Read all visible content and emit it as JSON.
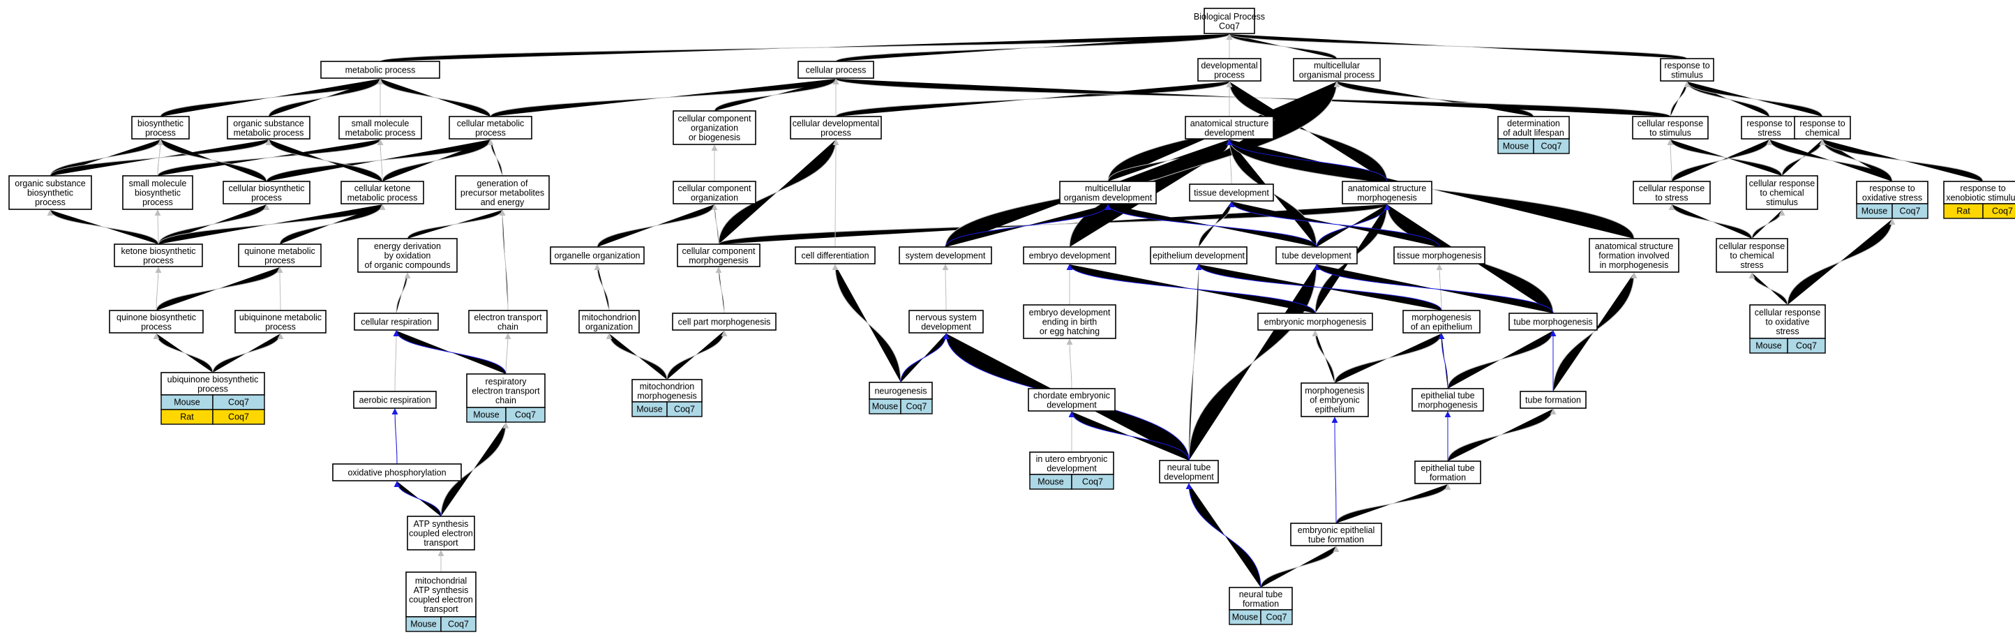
{
  "colors": {
    "edge_is_a": "#bdbdbd",
    "edge_part_of": "#1a1ae6",
    "mouse_fill": "#add8e6",
    "rat_fill": "#ffd700"
  },
  "nodes": {
    "bp": [
      "Biological Process",
      "Coq7"
    ],
    "metab": [
      "metabolic process"
    ],
    "cellproc": [
      "cellular process"
    ],
    "devproc": [
      "developmental",
      "process"
    ],
    "multiorg": [
      "multicellular",
      "organismal process"
    ],
    "resp_stim": [
      "response to",
      "stimulus"
    ],
    "biosyn": [
      "biosynthetic",
      "process"
    ],
    "orgsubmet": [
      "organic substance",
      "metabolic process"
    ],
    "smallmolmet": [
      "small molecule",
      "metabolic process"
    ],
    "cellmet": [
      "cellular metabolic",
      "process"
    ],
    "ccob": [
      "cellular component",
      "organization",
      "or biogenesis"
    ],
    "celldevproc": [
      "cellular developmental",
      "process"
    ],
    "asd": [
      "anatomical structure",
      "development"
    ],
    "adultlife": [
      "determination",
      "of adult lifespan"
    ],
    "cellresp_stim": [
      "cellular response",
      "to stimulus"
    ],
    "resp_stress": [
      "response to",
      "stress"
    ],
    "resp_chem": [
      "response to",
      "chemical"
    ],
    "orgsubbiosyn": [
      "organic substance",
      "biosynthetic",
      "process"
    ],
    "smallmolbiosyn": [
      "small molecule",
      "biosynthetic",
      "process"
    ],
    "cellbiosyn": [
      "cellular biosynthetic",
      "process"
    ],
    "cellketmet": [
      "cellular ketone",
      "metabolic process"
    ],
    "genprecursor": [
      "generation of",
      "precursor metabolites",
      "and energy"
    ],
    "cco": [
      "cellular component",
      "organization"
    ],
    "mcod": [
      "multicellular",
      "organism development"
    ],
    "tissuedev": [
      "tissue development"
    ],
    "asm": [
      "anatomical structure",
      "morphogenesis"
    ],
    "cellresp_stress": [
      "cellular response",
      "to stress"
    ],
    "cellresp_chem": [
      "cellular response",
      "to chemical",
      "stimulus"
    ],
    "resp_oxstress": [
      "response to",
      "oxidative stress"
    ],
    "resp_xeno": [
      "response to",
      "xenobiotic stimulus"
    ],
    "ketbiosyn": [
      "ketone biosynthetic",
      "process"
    ],
    "quinmet": [
      "quinone metabolic",
      "process"
    ],
    "energyderiv": [
      "energy derivation",
      "by oxidation",
      "of organic compounds"
    ],
    "organelleorg": [
      "organelle organization"
    ],
    "ccmorph": [
      "cellular component",
      "morphogenesis"
    ],
    "celldiff": [
      "cell differentiation"
    ],
    "sysdev": [
      "system development"
    ],
    "embryodev": [
      "embryo development"
    ],
    "epidev": [
      "epithelium development"
    ],
    "tubedev": [
      "tube development"
    ],
    "tissuemorph": [
      "tissue morphogenesis"
    ],
    "asfimorph": [
      "anatomical structure",
      "formation involved",
      "in morphogenesis"
    ],
    "cellresp_chemstress": [
      "cellular response",
      "to chemical",
      "stress"
    ],
    "quinbiosyn": [
      "quinone biosynthetic",
      "process"
    ],
    "ubiqmet": [
      "ubiquinone metabolic",
      "process"
    ],
    "cellrespiration": [
      "cellular respiration"
    ],
    "etc": [
      "electron transport",
      "chain"
    ],
    "mitoorg": [
      "mitochondrion",
      "organization"
    ],
    "cellpartmorph": [
      "cell part morphogenesis"
    ],
    "nsdev": [
      "nervous system",
      "development"
    ],
    "embryodevbirth": [
      "embryo development",
      "ending in birth",
      "or egg hatching"
    ],
    "embryomorph": [
      "embryonic morphogenesis"
    ],
    "morphepi": [
      "morphogenesis",
      "of an epithelium"
    ],
    "tubemorph": [
      "tube morphogenesis"
    ],
    "cellresp_oxstress": [
      "cellular response",
      "to oxidative",
      "stress"
    ],
    "ubiqbiosyn": [
      "ubiquinone biosynthetic",
      "process"
    ],
    "respetc": [
      "respiratory",
      "electron transport",
      "chain"
    ],
    "aerobicresp": [
      "aerobic respiration"
    ],
    "mitomorph": [
      "mitochondrion",
      "morphogenesis"
    ],
    "neurogenesis": [
      "neurogenesis"
    ],
    "chordateembryo": [
      "chordate embryonic",
      "development"
    ],
    "morphembepi": [
      "morphogenesis",
      "of embryonic",
      "epithelium"
    ],
    "epitubemorph": [
      "epithelial tube",
      "morphogenesis"
    ],
    "tubeform": [
      "tube formation"
    ],
    "oxphos": [
      "oxidative phosphorylation"
    ],
    "inutero": [
      "in utero embryonic",
      "development"
    ],
    "neuraltubedev": [
      "neural tube",
      "development"
    ],
    "epitubeform": [
      "epithelial tube",
      "formation"
    ],
    "atpsynth": [
      "ATP synthesis",
      "coupled electron",
      "transport"
    ],
    "embepitubeform": [
      "embryonic epithelial",
      "tube formation"
    ],
    "mitoatp": [
      "mitochondrial",
      "ATP synthesis",
      "coupled electron",
      "transport"
    ],
    "neuraltubeform": [
      "neural tube",
      "formation"
    ]
  },
  "annotations": {
    "adultlife": [
      [
        "Mouse",
        "Coq7"
      ]
    ],
    "resp_oxstress": [
      [
        "Mouse",
        "Coq7"
      ]
    ],
    "resp_xeno": [
      [
        "Rat",
        "Coq7"
      ]
    ],
    "cellresp_oxstress": [
      [
        "Mouse",
        "Coq7"
      ]
    ],
    "ubiqbiosyn": [
      [
        "Mouse",
        "Coq7"
      ],
      [
        "Rat",
        "Coq7"
      ]
    ],
    "respetc": [
      [
        "Mouse",
        "Coq7"
      ]
    ],
    "mitomorph": [
      [
        "Mouse",
        "Coq7"
      ]
    ],
    "neurogenesis": [
      [
        "Mouse",
        "Coq7"
      ]
    ],
    "inutero": [
      [
        "Mouse",
        "Coq7"
      ]
    ],
    "mitoatp": [
      [
        "Mouse",
        "Coq7"
      ]
    ],
    "neuraltubeform": [
      [
        "Mouse",
        "Coq7"
      ]
    ]
  },
  "edges_is_a": [
    [
      "metab",
      "bp"
    ],
    [
      "cellproc",
      "bp"
    ],
    [
      "devproc",
      "bp"
    ],
    [
      "multiorg",
      "bp"
    ],
    [
      "resp_stim",
      "bp"
    ],
    [
      "biosyn",
      "metab"
    ],
    [
      "orgsubmet",
      "metab"
    ],
    [
      "smallmolmet",
      "metab"
    ],
    [
      "cellmet",
      "metab"
    ],
    [
      "cellmet",
      "cellproc"
    ],
    [
      "ccob",
      "cellproc"
    ],
    [
      "celldevproc",
      "cellproc"
    ],
    [
      "celldevproc",
      "devproc"
    ],
    [
      "asd",
      "devproc"
    ],
    [
      "adultlife",
      "multiorg"
    ],
    [
      "cellresp_stim",
      "resp_stim"
    ],
    [
      "cellresp_stim",
      "cellproc"
    ],
    [
      "resp_stress",
      "resp_stim"
    ],
    [
      "resp_chem",
      "resp_stim"
    ],
    [
      "orgsubbiosyn",
      "biosyn"
    ],
    [
      "orgsubbiosyn",
      "orgsubmet"
    ],
    [
      "smallmolbiosyn",
      "biosyn"
    ],
    [
      "smallmolbiosyn",
      "smallmolmet"
    ],
    [
      "cellbiosyn",
      "biosyn"
    ],
    [
      "cellbiosyn",
      "cellmet"
    ],
    [
      "cellketmet",
      "orgsubmet"
    ],
    [
      "cellketmet",
      "smallmolmet"
    ],
    [
      "cellketmet",
      "cellmet"
    ],
    [
      "genprecursor",
      "cellmet"
    ],
    [
      "cco",
      "ccob"
    ],
    [
      "mcod",
      "multiorg"
    ],
    [
      "mcod",
      "asd"
    ],
    [
      "tissuedev",
      "asd"
    ],
    [
      "asm",
      "devproc"
    ],
    [
      "asm",
      "asd"
    ],
    [
      "cellresp_stress",
      "resp_stress"
    ],
    [
      "cellresp_stress",
      "cellresp_stim"
    ],
    [
      "cellresp_chem",
      "resp_chem"
    ],
    [
      "cellresp_chem",
      "cellresp_stim"
    ],
    [
      "resp_oxstress",
      "resp_stress"
    ],
    [
      "resp_oxstress",
      "resp_chem"
    ],
    [
      "resp_xeno",
      "resp_chem"
    ],
    [
      "ketbiosyn",
      "orgsubbiosyn"
    ],
    [
      "ketbiosyn",
      "smallmolbiosyn"
    ],
    [
      "ketbiosyn",
      "cellbiosyn"
    ],
    [
      "ketbiosyn",
      "cellketmet"
    ],
    [
      "quinmet",
      "cellketmet"
    ],
    [
      "energyderiv",
      "genprecursor"
    ],
    [
      "organelleorg",
      "cco"
    ],
    [
      "ccmorph",
      "cco"
    ],
    [
      "ccmorph",
      "celldevproc"
    ],
    [
      "ccmorph",
      "asm"
    ],
    [
      "celldiff",
      "celldevproc"
    ],
    [
      "sysdev",
      "mcod"
    ],
    [
      "sysdev",
      "asd"
    ],
    [
      "embryodev",
      "mcod"
    ],
    [
      "embryodev",
      "multiorg"
    ],
    [
      "epidev",
      "tissuedev"
    ],
    [
      "tubedev",
      "asd"
    ],
    [
      "tissuemorph",
      "asm"
    ],
    [
      "tissuemorph",
      "tissuedev"
    ],
    [
      "asfimorph",
      "asd"
    ],
    [
      "cellresp_chemstress",
      "cellresp_stress"
    ],
    [
      "cellresp_chemstress",
      "cellresp_chem"
    ],
    [
      "quinbiosyn",
      "ketbiosyn"
    ],
    [
      "quinbiosyn",
      "quinmet"
    ],
    [
      "ubiqmet",
      "quinmet"
    ],
    [
      "cellrespiration",
      "energyderiv"
    ],
    [
      "etc",
      "genprecursor"
    ],
    [
      "mitoorg",
      "organelleorg"
    ],
    [
      "cellpartmorph",
      "ccmorph"
    ],
    [
      "nsdev",
      "sysdev"
    ],
    [
      "embryodevbirth",
      "embryodev"
    ],
    [
      "embryomorph",
      "asm"
    ],
    [
      "morphepi",
      "tissuemorph"
    ],
    [
      "tubemorph",
      "asm"
    ],
    [
      "cellresp_oxstress",
      "resp_oxstress"
    ],
    [
      "cellresp_oxstress",
      "cellresp_chemstress"
    ],
    [
      "ubiqbiosyn",
      "quinbiosyn"
    ],
    [
      "ubiqbiosyn",
      "ubiqmet"
    ],
    [
      "respetc",
      "etc"
    ],
    [
      "aerobicresp",
      "cellrespiration"
    ],
    [
      "mitomorph",
      "mitoorg"
    ],
    [
      "mitomorph",
      "cellpartmorph"
    ],
    [
      "neurogenesis",
      "celldiff"
    ],
    [
      "chordateembryo",
      "embryodevbirth"
    ],
    [
      "morphembepi",
      "embryomorph"
    ],
    [
      "morphembepi",
      "morphepi"
    ],
    [
      "epitubemorph",
      "morphepi"
    ],
    [
      "epitubemorph",
      "tubemorph"
    ],
    [
      "tubeform",
      "asfimorph"
    ],
    [
      "oxphos",
      "aerobicresp"
    ],
    [
      "inutero",
      "chordateembryo"
    ],
    [
      "neuraltubedev",
      "epidev"
    ],
    [
      "neuraltubedev",
      "tubedev"
    ],
    [
      "epitubeform",
      "tubeform"
    ],
    [
      "atpsynth",
      "oxphos"
    ],
    [
      "atpsynth",
      "respetc"
    ],
    [
      "embepitubeform",
      "epitubeform"
    ],
    [
      "mitoatp",
      "atpsynth"
    ],
    [
      "neuraltubeform",
      "embepitubeform"
    ]
  ],
  "edges_part_of": [
    [
      "asm",
      "asd"
    ],
    [
      "sysdev",
      "mcod"
    ],
    [
      "tubedev",
      "mcod"
    ],
    [
      "tissuemorph",
      "tissuedev"
    ],
    [
      "tubedev",
      "asm"
    ],
    [
      "embryomorph",
      "embryodev"
    ],
    [
      "morphepi",
      "epidev"
    ],
    [
      "tubemorph",
      "tubedev"
    ],
    [
      "respetc",
      "cellrespiration"
    ],
    [
      "oxphos",
      "aerobicresp"
    ],
    [
      "neurogenesis",
      "nsdev"
    ],
    [
      "neuraltubedev",
      "nsdev"
    ],
    [
      "neuraltubedev",
      "chordateembryo"
    ],
    [
      "epitubemorph",
      "morphepi"
    ],
    [
      "tubeform",
      "tubemorph"
    ],
    [
      "epitubeform",
      "epitubemorph"
    ],
    [
      "atpsynth",
      "oxphos"
    ],
    [
      "embepitubeform",
      "morphembepi"
    ],
    [
      "neuraltubeform",
      "neuraltubedev"
    ]
  ]
}
